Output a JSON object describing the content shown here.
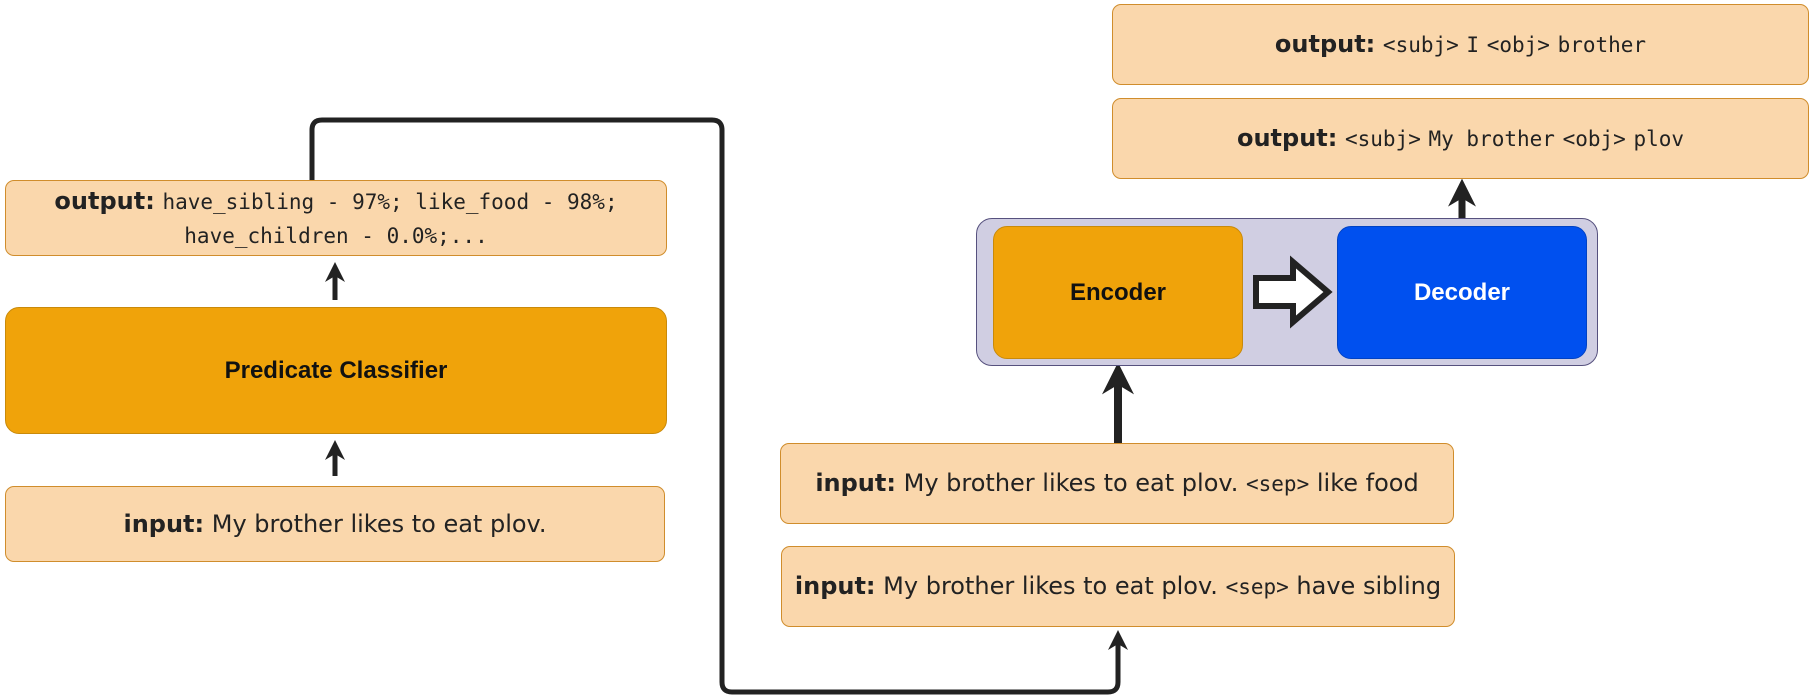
{
  "left": {
    "output_label": "output:",
    "output_line1": "have_sibling - 97%; like_food - 98%;",
    "output_line2": "have_children - 0.0%;...",
    "classifier_label": "Predicate Classifier",
    "input_label": "input:",
    "input_text": "My brother likes to eat plov."
  },
  "right": {
    "outputs": [
      {
        "label": "output:",
        "subj_tag": "<subj>",
        "subj": "I",
        "obj_tag": "<obj>",
        "obj": "brother"
      },
      {
        "label": "output:",
        "subj_tag": "<subj>",
        "subj": "My brother",
        "obj_tag": "<obj>",
        "obj": "plov"
      }
    ],
    "encoder_label": "Encoder",
    "decoder_label": "Decoder",
    "inputs": [
      {
        "label": "input:",
        "text": "My brother likes to eat plov.",
        "sep": "<sep>",
        "predicate": "like food"
      },
      {
        "label": "input:",
        "text": "My brother likes to eat plov.",
        "sep": "<sep>",
        "predicate": "have sibling"
      }
    ]
  },
  "colors": {
    "peach_fill": "#fad7ac",
    "peach_stroke": "#d08d2c",
    "orange": "#f0a30a",
    "blue": "#0050ef",
    "group_fill": "#d0cee2",
    "connector": "#222222"
  }
}
